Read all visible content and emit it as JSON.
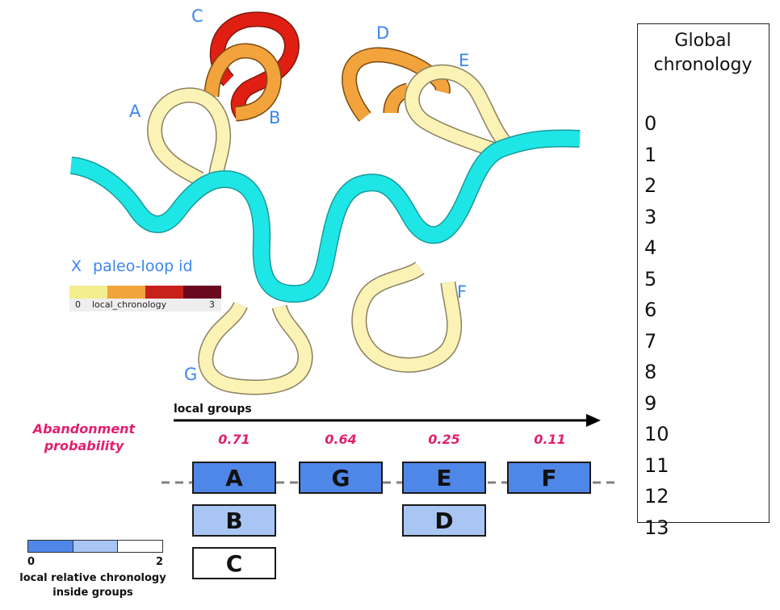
{
  "colors": {
    "river": "#1fe6e6",
    "chronology_0": "#fbf2b5",
    "chronology_1": "#f2a33c",
    "chronology_2": "#e11e12",
    "chronology_3": "#6b0a1e",
    "label_blue": "#3a86f0",
    "probability_pink": "#e0206f",
    "relative_0": "#4f87e8",
    "relative_1": "#a9c5f3",
    "relative_2": "#ffffff"
  },
  "loop_labels": {
    "A": "A",
    "B": "B",
    "C": "C",
    "D": "D",
    "E": "E",
    "F": "F",
    "G": "G"
  },
  "map_legend": {
    "symbol": "X",
    "label": "paleo-loop id",
    "scale_min": "0",
    "scale_name": "local_chronology",
    "scale_max": "3"
  },
  "groups_axis": {
    "label": "local groups"
  },
  "abandonment": {
    "title_line1": "Abandonment",
    "title_line2": "probability"
  },
  "groups": [
    {
      "probability": "0.71",
      "members": [
        {
          "id": "A",
          "level": 0
        },
        {
          "id": "B",
          "level": 1
        },
        {
          "id": "C",
          "level": 2
        }
      ]
    },
    {
      "probability": "0.64",
      "members": [
        {
          "id": "G",
          "level": 0
        }
      ]
    },
    {
      "probability": "0.25",
      "members": [
        {
          "id": "E",
          "level": 0
        },
        {
          "id": "D",
          "level": 1
        }
      ]
    },
    {
      "probability": "0.11",
      "members": [
        {
          "id": "F",
          "level": 0
        }
      ]
    }
  ],
  "relative_legend": {
    "min": "0",
    "max": "2",
    "caption_line1": "local relative chronology",
    "caption_line2": "inside groups"
  },
  "global_chronology": {
    "title_line1": "Global",
    "title_line2": "chronology",
    "values": [
      "0",
      "1",
      "2",
      "3",
      "4",
      "5",
      "6",
      "7",
      "8",
      "9",
      "10",
      "11",
      "12",
      "13"
    ]
  }
}
